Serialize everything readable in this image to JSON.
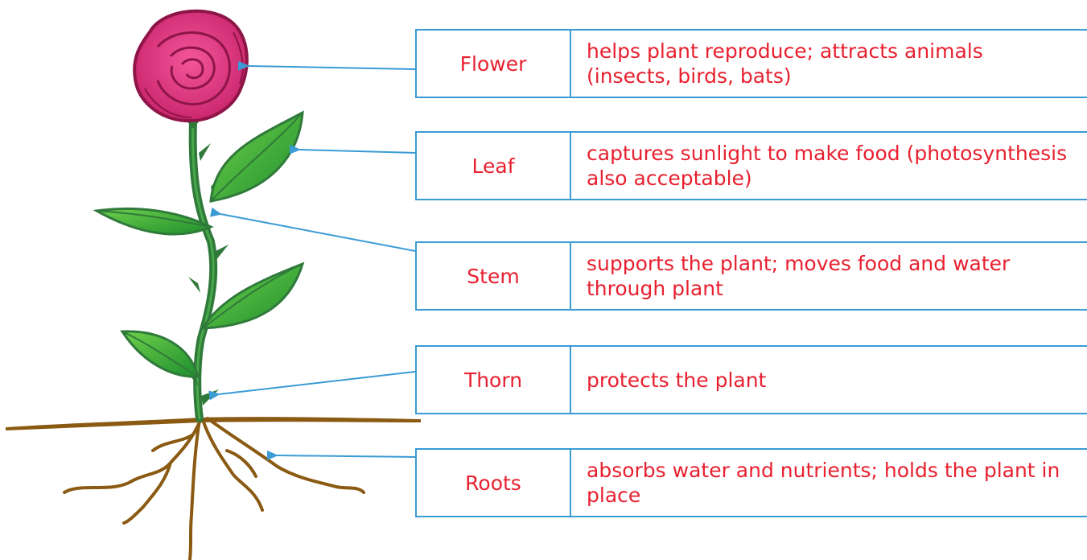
{
  "colors": {
    "arrow": "#3a9bd5",
    "text": "#e8202f",
    "stem": "#2f7a3a",
    "leaf": "#2fae36",
    "flower": "#d9307a",
    "roots": "#8a5a12"
  },
  "parts": [
    {
      "name": "Flower",
      "description": "helps plant reproduce; attracts animals (insects, birds, bats)"
    },
    {
      "name": "Leaf",
      "description": "captures sunlight to make food (photosynthesis also acceptable)"
    },
    {
      "name": "Stem",
      "description": "supports the plant; moves food and water through plant"
    },
    {
      "name": "Thorn",
      "description": "protects the plant"
    },
    {
      "name": "Roots",
      "description": "absorbs water and nutrients; holds the plant in place"
    }
  ]
}
